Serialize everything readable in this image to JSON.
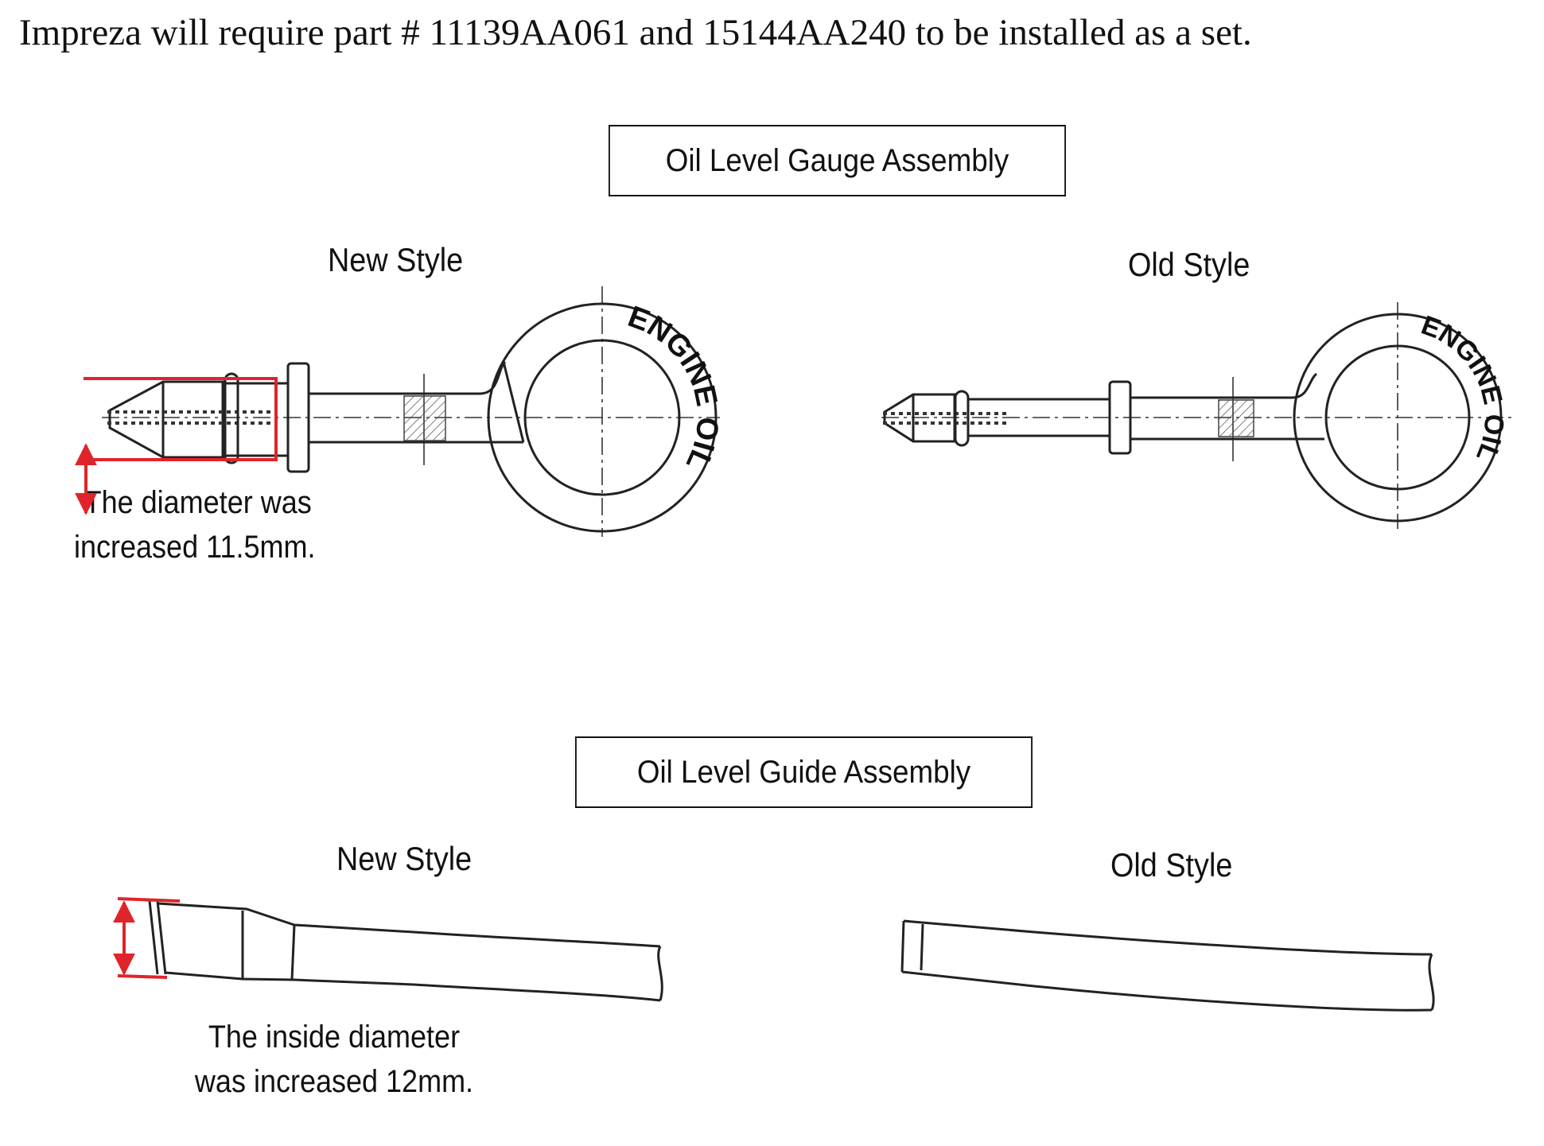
{
  "intro_text": "Impreza will require part # 11139AA061 and 15144AA240 to be installed as a set.",
  "gauge": {
    "title": "Oil Level Gauge Assembly",
    "new_label": "New Style",
    "old_label": "Old Style",
    "note_line1": "The diameter was",
    "note_line2": "increased 11.5mm.",
    "ring_text": "ENGINE OIL"
  },
  "guide": {
    "title": "Oil Level Guide Assembly",
    "new_label": "New Style",
    "old_label": "Old Style",
    "note_line1": "The inside diameter",
    "note_line2": "was increased 12mm."
  },
  "colors": {
    "highlight": "#e0242b",
    "line": "#222222"
  }
}
